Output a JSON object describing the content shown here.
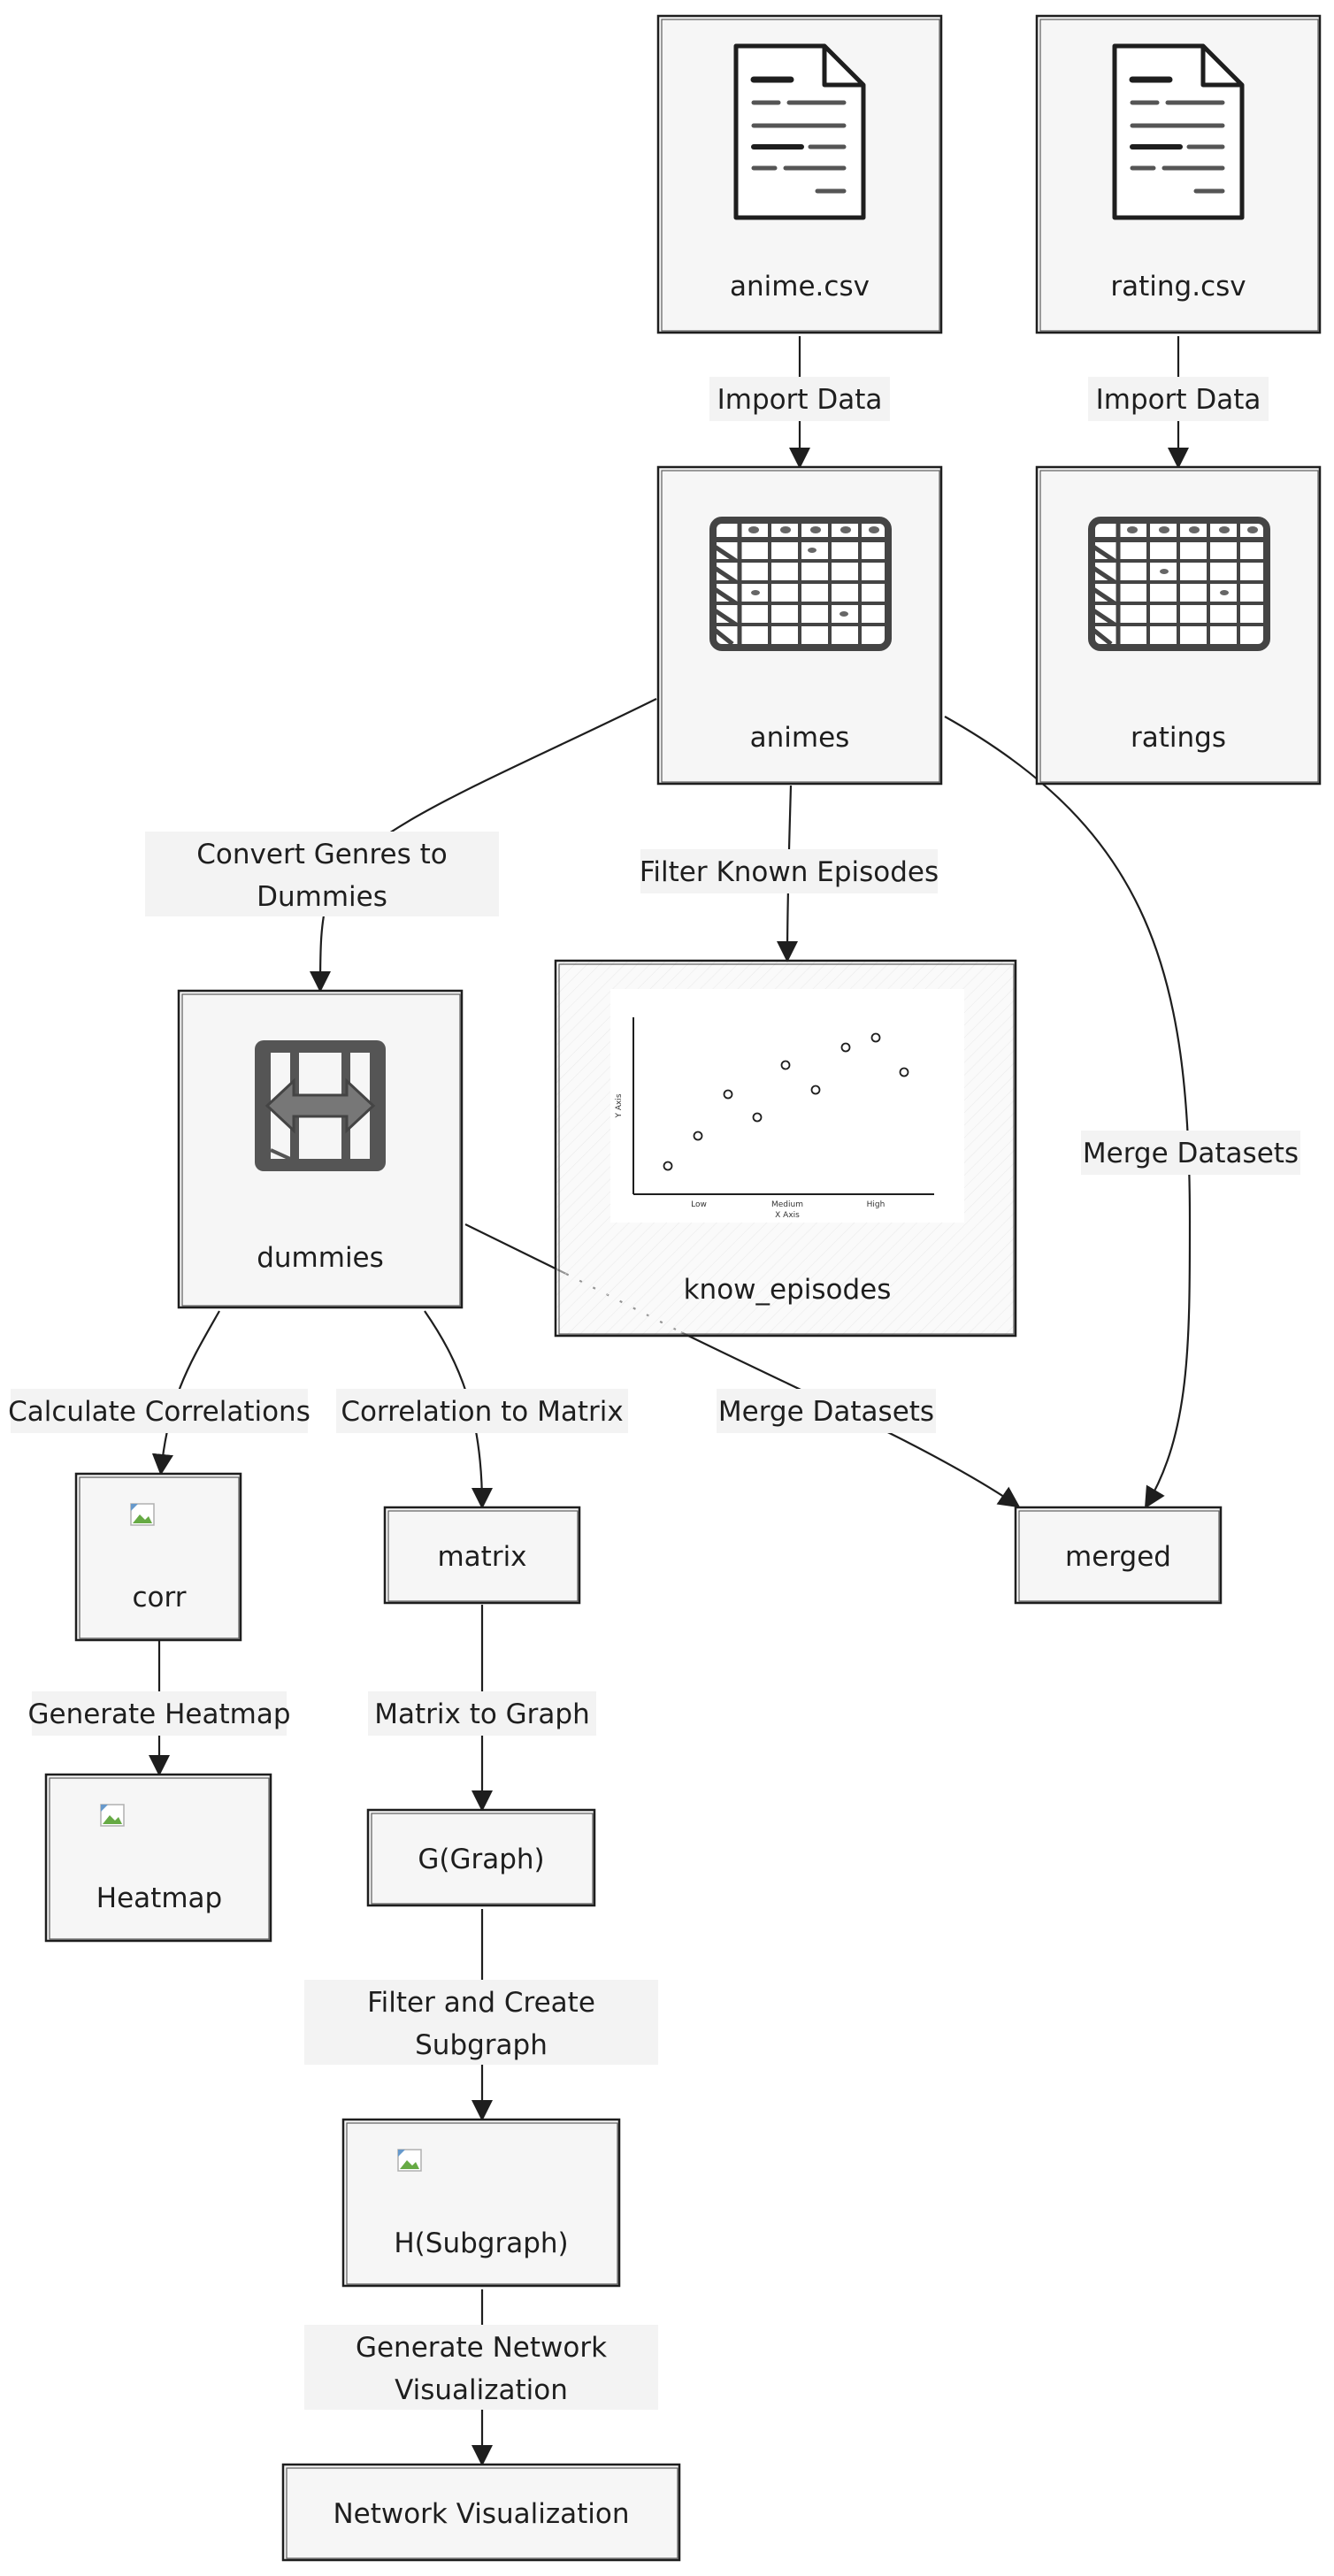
{
  "nodes": {
    "anime_csv": "anime.csv",
    "rating_csv": "rating.csv",
    "animes": "animes",
    "ratings": "ratings",
    "dummies": "dummies",
    "know_episodes": "know_episodes",
    "corr": "corr",
    "matrix": "matrix",
    "merged": "merged",
    "heatmap": "Heatmap",
    "graph": "G(Graph)",
    "subgraph": "H(Subgraph)",
    "network_viz": "Network Visualization"
  },
  "edges": {
    "import_anime": "Import Data",
    "import_rating": "Import Data",
    "convert_genres_1": "Convert Genres to",
    "convert_genres_2": "Dummies",
    "filter_known": "Filter Known Episodes",
    "merge_animes": "Merge Datasets",
    "calc_corr": "Calculate Correlations",
    "corr_to_matrix": "Correlation to Matrix",
    "merge_dummies": "Merge Datasets",
    "gen_heatmap": "Generate Heatmap",
    "matrix_to_graph": "Matrix to Graph",
    "filter_subgraph_1": "Filter and Create",
    "filter_subgraph_2": "Subgraph",
    "gen_network_1": "Generate Network",
    "gen_network_2": "Visualization"
  },
  "scatter": {
    "x_ticks": [
      "Low",
      "Medium",
      "High"
    ],
    "x_label": "X Axis",
    "y_label": "Y Axis"
  },
  "icons": {
    "file": "document-icon",
    "table": "table-icon",
    "dummies": "transform-arrows-icon",
    "broken_image": "broken-image-icon"
  },
  "colors": {
    "stroke": "#1e1e1e",
    "node_fill": "#f6f6f6",
    "label_bg": "#f3f3f3"
  }
}
